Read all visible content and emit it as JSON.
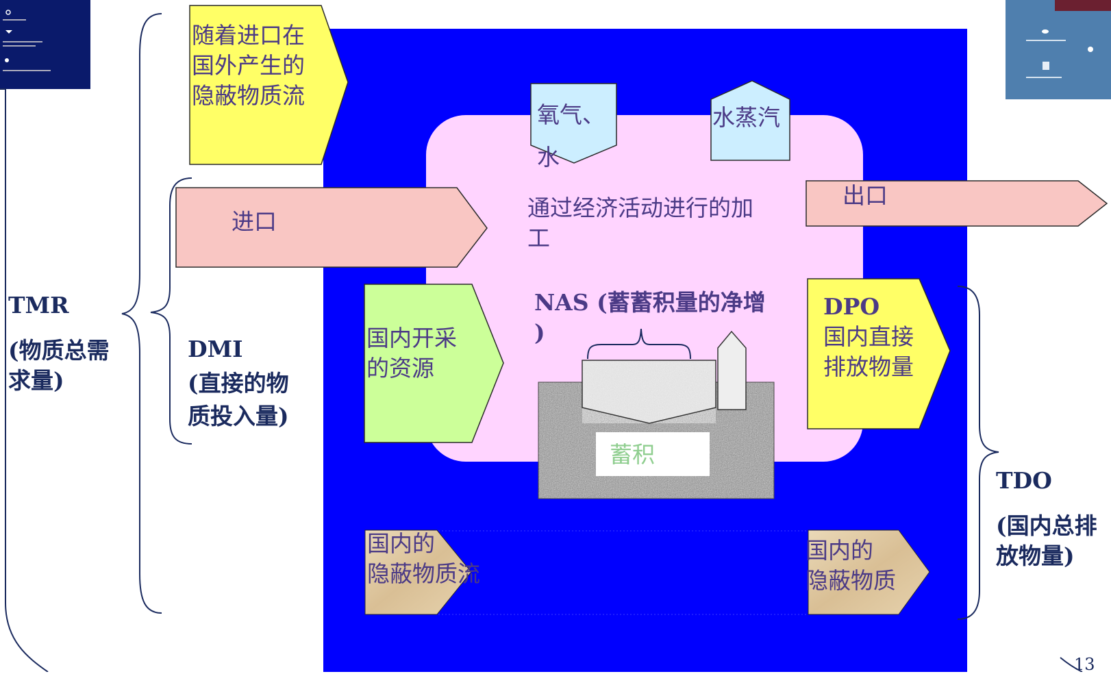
{
  "colors": {
    "blue_area": "#0000ff",
    "pink_area": "#ffd4ff",
    "yellow": "#ffff66",
    "salmon": "#f9c6c3",
    "green": "#ccff99",
    "cyan": "#cceeff",
    "tan": "#e0c8a0",
    "label_purple": "#4b3a86",
    "label_dark": "#1a2a5e",
    "accumulate_green": "#8fce8f"
  },
  "labels": {
    "foreign_hidden": "随着进口在\n国外产生的\n隐蔽物质流",
    "oxygen": "氧气、\n水",
    "vapor": "水蒸汽",
    "import": "进口",
    "export": "出口",
    "processing": "通过经济活动进行的加\n工",
    "nas": "NAS (蓄蓄积量的净增\n)",
    "domestic_extraction": "国内开采\n的资源",
    "dpo_title": "DPO",
    "dpo_text": "国内直接\n排放物量",
    "accumulate": "蓄积",
    "tmr_title": "TMR",
    "tmr_text": "(物质总需\n求量)",
    "dmi_title": "DMI",
    "dmi_text": "(直接的物\n质投入量)",
    "tdo_title": "TDO",
    "tdo_text": "(国内总排\n放物量)",
    "domestic_hidden_in": "国内的\n隐蔽物质流",
    "domestic_hidden_out": "国内的\n隐蔽物质",
    "page_number": "13"
  },
  "icons": {
    "top_left": "slide-thumbnail-icon",
    "top_right": "slide-thumbnail-icon"
  }
}
